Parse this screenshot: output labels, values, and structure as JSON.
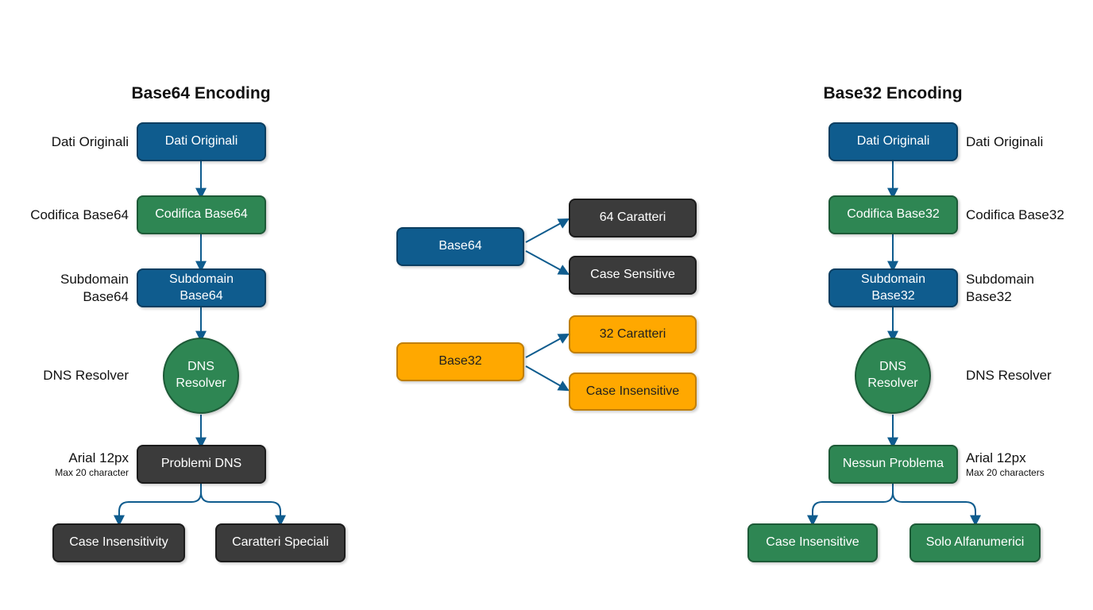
{
  "colors": {
    "blue": "#0f5c8e",
    "blue_border": "#0a3e61",
    "green": "#2e8653",
    "green_border": "#1d5a37",
    "dark": "#3b3b3b",
    "dark_border": "#1c1c1c",
    "orange": "#ffa800",
    "orange_border": "#c17f00",
    "arrow": "#0f5c8e",
    "text_light": "#ffffff",
    "text_dark": "#1f1f1f",
    "title": "#111111"
  },
  "left_chart": {
    "title": "Base64 Encoding",
    "steps": [
      {
        "label": "Dati Originali",
        "side_label": "Dati Originali",
        "shape": "rect",
        "color": "blue"
      },
      {
        "label": "Codifica Base64",
        "side_label": "Codifica Base64",
        "shape": "rect",
        "color": "green"
      },
      {
        "label": "Subdomain Base64",
        "side_label": "Subdomain Base64",
        "shape": "rect",
        "color": "blue"
      },
      {
        "label": "DNS Resolver",
        "side_label": "DNS Resolver",
        "shape": "circle",
        "color": "green"
      },
      {
        "label": "Problemi DNS",
        "side_label": "Arial 12px",
        "side_sublabel": "Max 20 character",
        "shape": "rect",
        "color": "dark"
      }
    ],
    "leaves": [
      {
        "label": "Case Insensitivity",
        "color": "dark"
      },
      {
        "label": "Caratteri Speciali",
        "color": "dark"
      }
    ]
  },
  "comparison": {
    "groups": [
      {
        "source": {
          "label": "Base64",
          "color": "blue"
        },
        "targets": [
          {
            "label": "64 Caratteri",
            "color": "dark"
          },
          {
            "label": "Case Sensitive",
            "color": "dark"
          }
        ]
      },
      {
        "source": {
          "label": "Base32",
          "color": "orange"
        },
        "targets": [
          {
            "label": "32 Caratteri",
            "color": "orange"
          },
          {
            "label": "Case Insensitive",
            "color": "orange"
          }
        ]
      }
    ]
  },
  "right_chart": {
    "title": "Base32 Encoding",
    "steps": [
      {
        "label": "Dati Originali",
        "side_label": "Dati Originali",
        "shape": "rect",
        "color": "blue"
      },
      {
        "label": "Codifica Base32",
        "side_label": "Codifica Base32",
        "shape": "rect",
        "color": "green"
      },
      {
        "label": "Subdomain Base32",
        "side_label": "Subdomain Base32",
        "shape": "rect",
        "color": "blue"
      },
      {
        "label": "DNS Resolver",
        "side_label": "DNS Resolver",
        "shape": "circle",
        "color": "green"
      },
      {
        "label": "Nessun Problema",
        "side_label": "Arial 12px",
        "side_sublabel": "Max 20 characters",
        "shape": "rect",
        "color": "green"
      }
    ],
    "leaves": [
      {
        "label": "Case Insensitive",
        "color": "green"
      },
      {
        "label": "Solo Alfanumerici",
        "color": "green"
      }
    ]
  }
}
